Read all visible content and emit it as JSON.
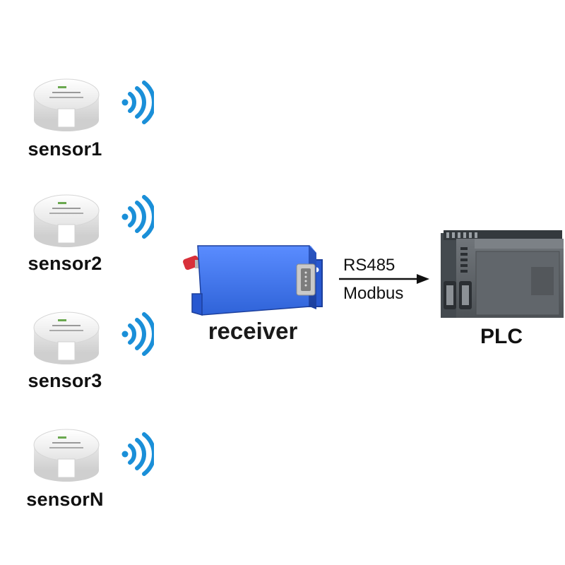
{
  "sensors": [
    {
      "label": "sensor1"
    },
    {
      "label": "sensor2"
    },
    {
      "label": "sensor3"
    },
    {
      "label": "sensorN"
    }
  ],
  "receiver": {
    "label": "receiver"
  },
  "link": {
    "protocol_top": "RS485",
    "protocol_bottom": "Modbus"
  },
  "plc": {
    "label": "PLC"
  },
  "colors": {
    "wifi_blue": "#1a8fd8",
    "receiver_blue": "#2f63d8",
    "antenna_red": "#d8303a",
    "plc_gray": "#5c6064"
  },
  "icons": [
    "sensor-device-icon",
    "wireless-signal-icon",
    "receiver-device-icon",
    "arrow-right-icon",
    "plc-device-icon"
  ]
}
